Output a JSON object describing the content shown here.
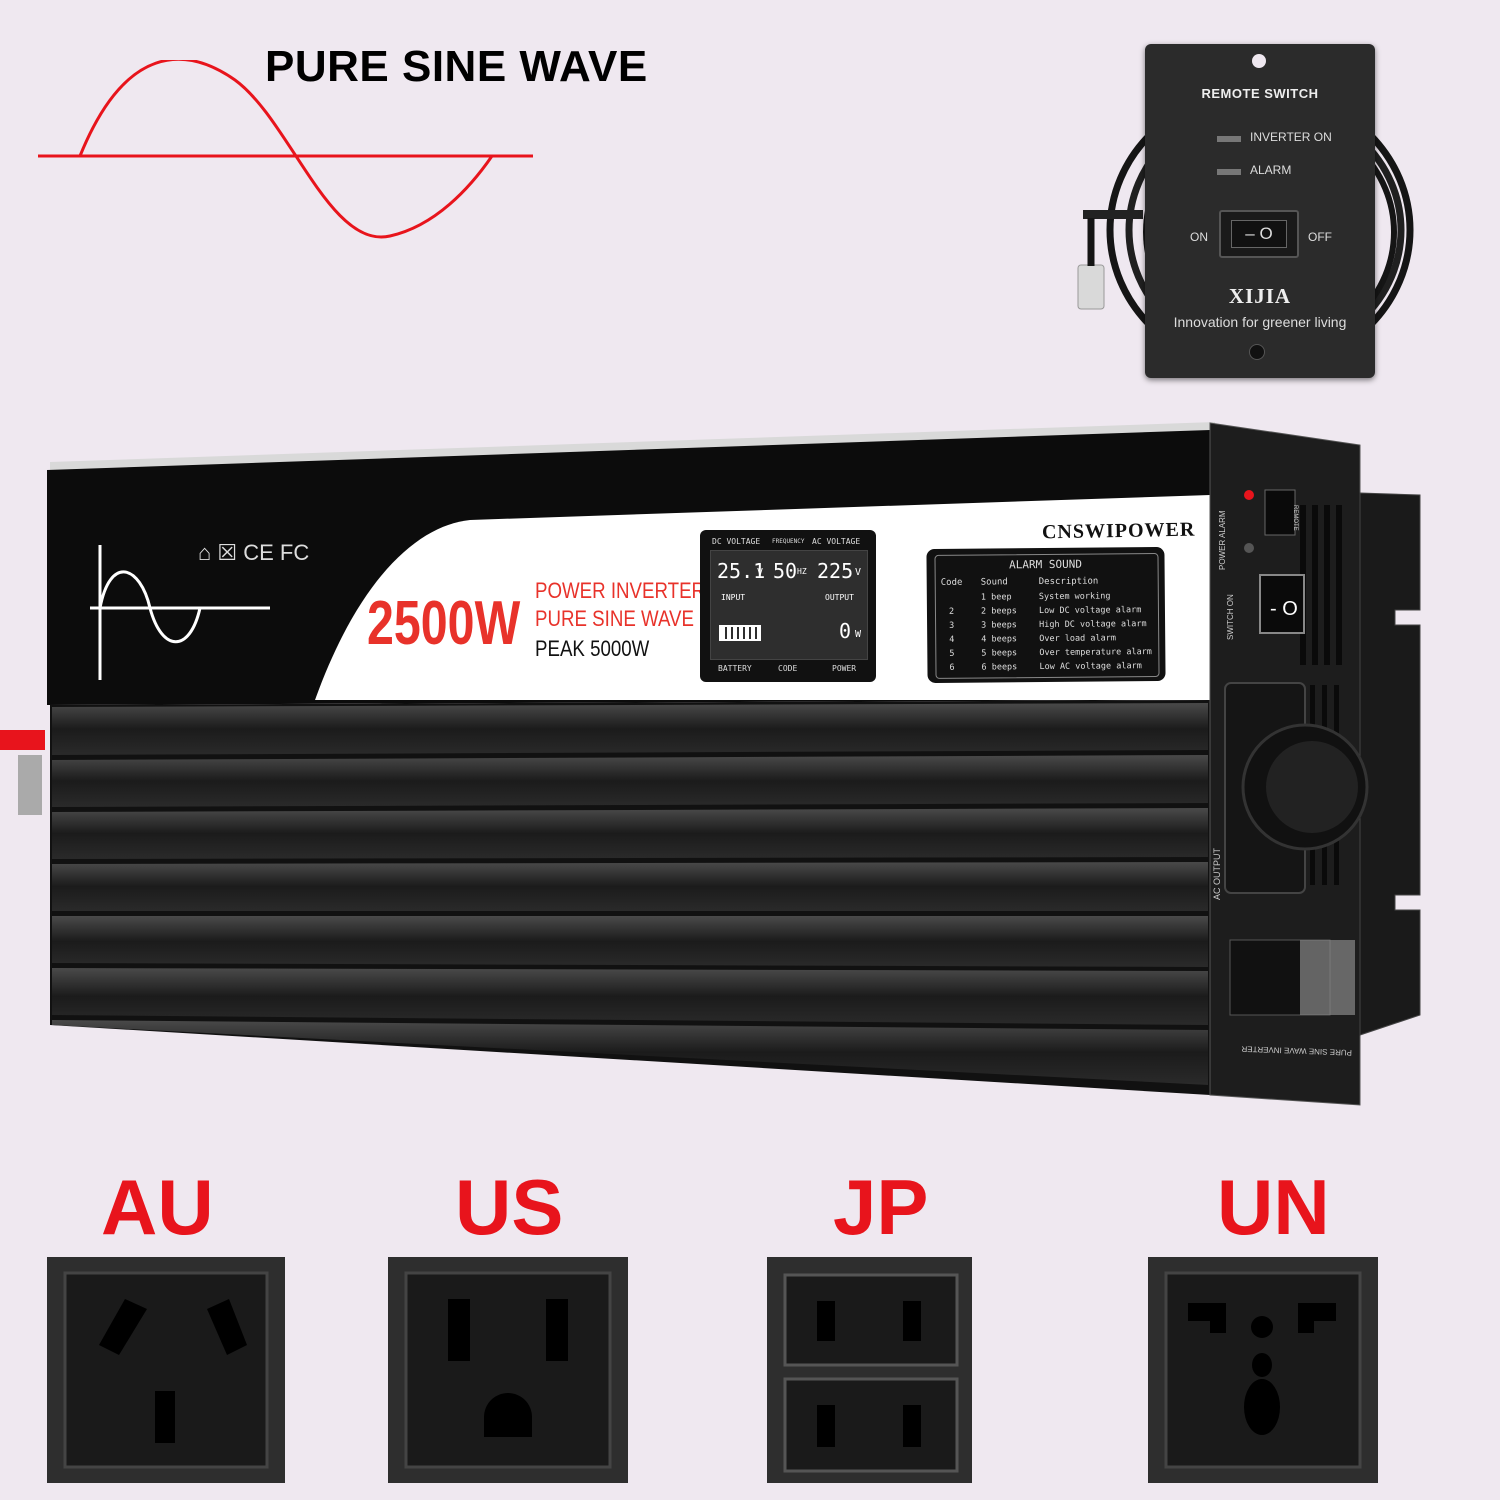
{
  "headline": {
    "text": "PURE SINE WAVE",
    "wave_color": "#e8141c"
  },
  "remote": {
    "title": "REMOTE SWITCH",
    "led1": "INVERTER ON",
    "led2": "ALARM",
    "on": "ON",
    "off": "OFF",
    "brand": "XIJIA",
    "tagline": "Innovation for greener living"
  },
  "inverter": {
    "power": "2500W",
    "line1": "POWER INVERTER",
    "line2": "PURE SINE WAVE",
    "peak": "PEAK 5000W",
    "brand": "CNSWIPOWER",
    "accent": "#e8322a",
    "lcd": {
      "dc_label": "DC VOLTAGE",
      "freq_label": "FREQUENCY",
      "ac_label": "AC VOLTAGE",
      "input_value": "25.1",
      "input_unit": "V",
      "freq_value": "50",
      "freq_unit": "HZ",
      "output_value": "225",
      "output_unit": "V",
      "input_label": "INPUT",
      "output_label": "OUTPUT",
      "power_value": "0",
      "power_unit": "W",
      "battery_label": "BATTERY",
      "code_label": "CODE",
      "power_label": "POWER"
    },
    "alarm": {
      "title": "ALARM SOUND",
      "headers": [
        "Code",
        "Sound",
        "Description"
      ],
      "rows": [
        [
          "",
          "1 beep",
          "System working"
        ],
        [
          "2",
          "2 beeps",
          "Low DC voltage alarm"
        ],
        [
          "3",
          "3 beeps",
          "High DC voltage alarm"
        ],
        [
          "4",
          "4 beeps",
          "Over load alarm"
        ],
        [
          "5",
          "5 beeps",
          "Over temperature alarm"
        ],
        [
          "6",
          "6 beeps",
          "Low AC voltage alarm"
        ]
      ]
    },
    "side": {
      "power_alarm": "POWER ALARM",
      "remote": "REMOTE",
      "switch_on": "SWITCH ON",
      "ac_output": "AC OUTPUT",
      "footer": "PURE SINE WAVE INVERTER"
    }
  },
  "sockets": [
    {
      "label": "AU"
    },
    {
      "label": "US"
    },
    {
      "label": "JP"
    },
    {
      "label": "UN"
    }
  ]
}
